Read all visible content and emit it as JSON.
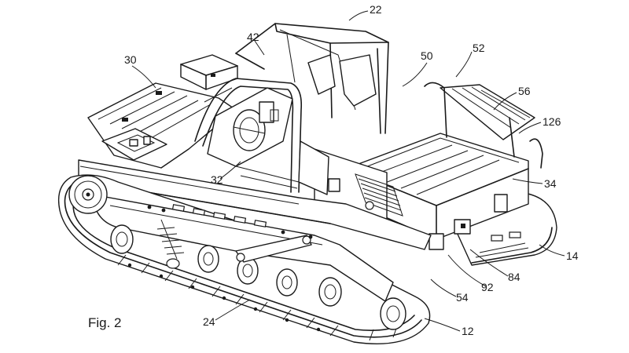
{
  "figure": {
    "label": "Fig. 2",
    "reference_numerals": [
      "22",
      "42",
      "50",
      "52",
      "30",
      "56",
      "126",
      "32",
      "34",
      "14",
      "84",
      "92",
      "54",
      "24",
      "12"
    ]
  },
  "drawing": {
    "style": "patent line drawing",
    "subject": "tracked vehicle with roll cage",
    "line_color": "#1a1a1a",
    "background": "#ffffff"
  }
}
